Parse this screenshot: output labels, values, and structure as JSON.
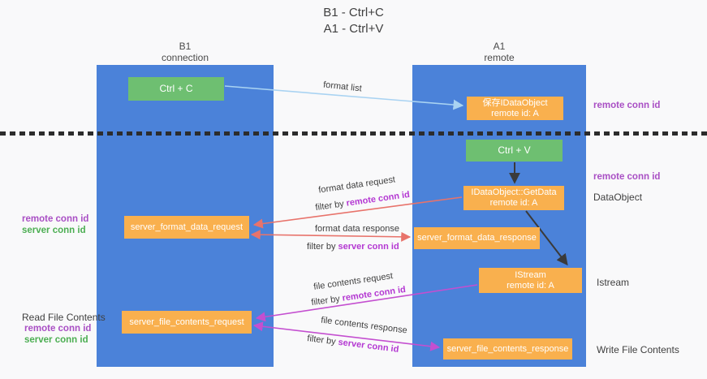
{
  "title": {
    "line1": "B1 - Ctrl+C",
    "line2": "A1 - Ctrl+V"
  },
  "lifelines": {
    "left": {
      "name": "B1",
      "role": "connection"
    },
    "right": {
      "name": "A1",
      "role": "remote"
    }
  },
  "boxes": {
    "ctrl_c": {
      "label": "Ctrl + C"
    },
    "save_idataobject": {
      "line1": "保存IDataObject",
      "line2": "remote id: A"
    },
    "ctrl_v": {
      "label": "Ctrl + V"
    },
    "getdata": {
      "line1": "IDataObject::GetData",
      "line2": "remote id: A"
    },
    "format_request": {
      "label": "server_format_data_request"
    },
    "format_response": {
      "label": "server_format_data_response"
    },
    "istream": {
      "line1": "IStream",
      "line2": "remote id: A"
    },
    "file_request": {
      "label": "server_file_contents_request"
    },
    "file_response": {
      "label": "server_file_contents_response"
    }
  },
  "side_labels": {
    "remote_conn_id": "remote conn id",
    "server_conn_id": "server conn id",
    "dataobject": "DataObject",
    "istream": "Istream",
    "read_file_contents": "Read File Contents",
    "write_file_contents": "Write File Contents"
  },
  "arrows": {
    "format_list": "format list",
    "format_data_request": "format data request",
    "format_data_response": "format data response",
    "file_contents_request": "file contents request",
    "file_contents_response": "file contents response",
    "filter_by": "filter by",
    "remote_conn_id": "remote conn id",
    "server_conn_id": "server conn id"
  },
  "colors": {
    "lifeline_blue": "#4b82d9",
    "box_orange": "#f9b04e",
    "box_green": "#6ebf71",
    "arrow_salmon": "#e8736b",
    "arrow_magenta": "#c44fd0",
    "arrow_lightblue": "#a9d3f2",
    "arrow_black": "#3a3a3a",
    "text_purple": "#a94fc4",
    "filter_purple": "#b438d2",
    "text_green": "#4cae52"
  }
}
